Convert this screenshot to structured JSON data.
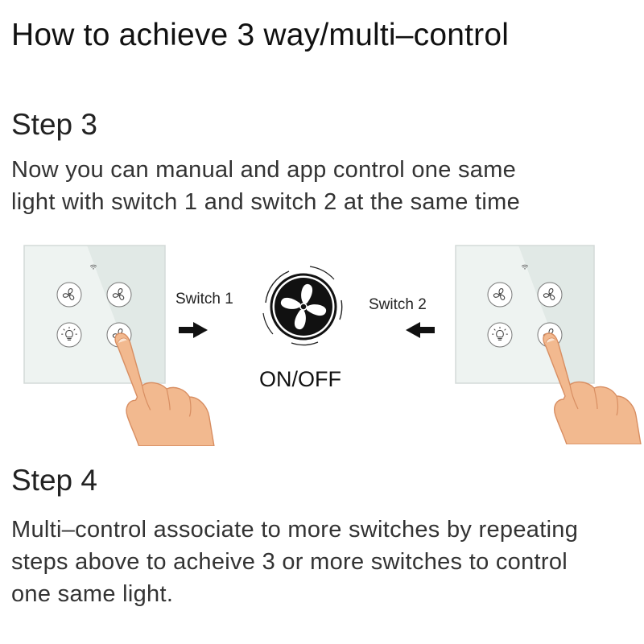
{
  "title": "How to achieve 3 way/multi–control",
  "step3": {
    "heading": "Step 3",
    "lines": [
      "Now you can manual and app control one same",
      "light with switch 1 and switch 2 at the same time"
    ]
  },
  "diagram": {
    "switch1_label": "Switch 1",
    "switch2_label": "Switch 2",
    "fan_state_label": "ON/OFF",
    "icons": [
      "wifi-icon",
      "fan-icon",
      "bulb-icon",
      "pointing-hand-icon",
      "arrow-right-icon",
      "arrow-left-icon"
    ]
  },
  "step4": {
    "heading": "Step 4",
    "lines": [
      "Multi–control associate to more switches by repeating",
      "steps above to acheive 3 or more switches to control",
      "one same light."
    ]
  },
  "colors": {
    "skin": "#f2b98f",
    "skin_shadow": "#d88e62",
    "panel_border": "#d4dad8",
    "icon_stroke": "#3a3a3a"
  }
}
